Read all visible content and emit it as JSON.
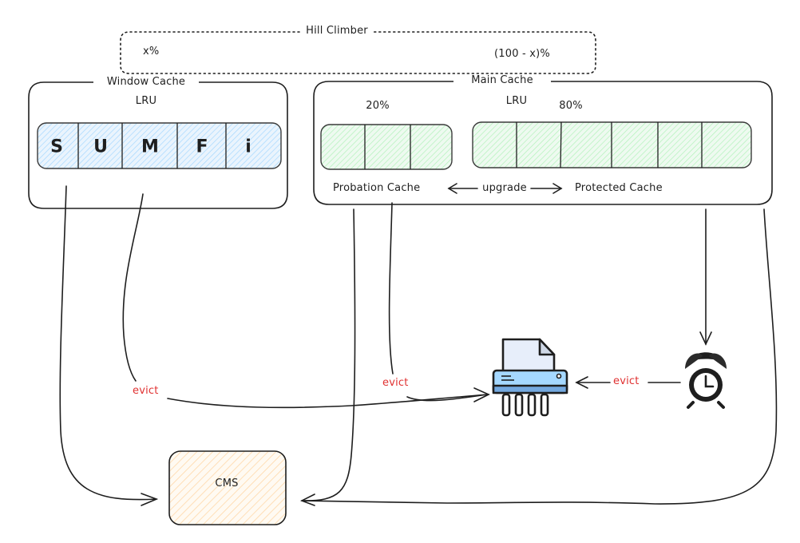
{
  "colors": {
    "stroke": "#1e1e1e",
    "window_fill": "#a5d8ff",
    "main_fill": "#b2f2bb",
    "cms_fill": "#ffd8a8",
    "evict_text": "#e03131",
    "shredder_body": "#a5d8ff",
    "shredder_paper": "#e7eefa"
  },
  "hill_climber": {
    "title": "Hill Climber",
    "left_share": "x%",
    "right_share": "(100 - x)%"
  },
  "window_cache": {
    "title": "Window Cache",
    "policy": "LRU",
    "cells": [
      "S",
      "U",
      "M",
      "F",
      "i"
    ]
  },
  "main_cache": {
    "title": "Main Cache",
    "policy": "LRU",
    "probation": {
      "label": "Probation Cache",
      "share": "20%",
      "cells": 3
    },
    "protected": {
      "label": "Protected Cache",
      "share": "80%",
      "cells": 6
    },
    "upgrade_label": "upgrade"
  },
  "cms": {
    "label": "CMS"
  },
  "evict_labels": {
    "window": "evict",
    "probation": "evict",
    "timer": "evict"
  },
  "icons": {
    "shredder": "shredder-icon",
    "timer": "alarm-clock-icon"
  }
}
